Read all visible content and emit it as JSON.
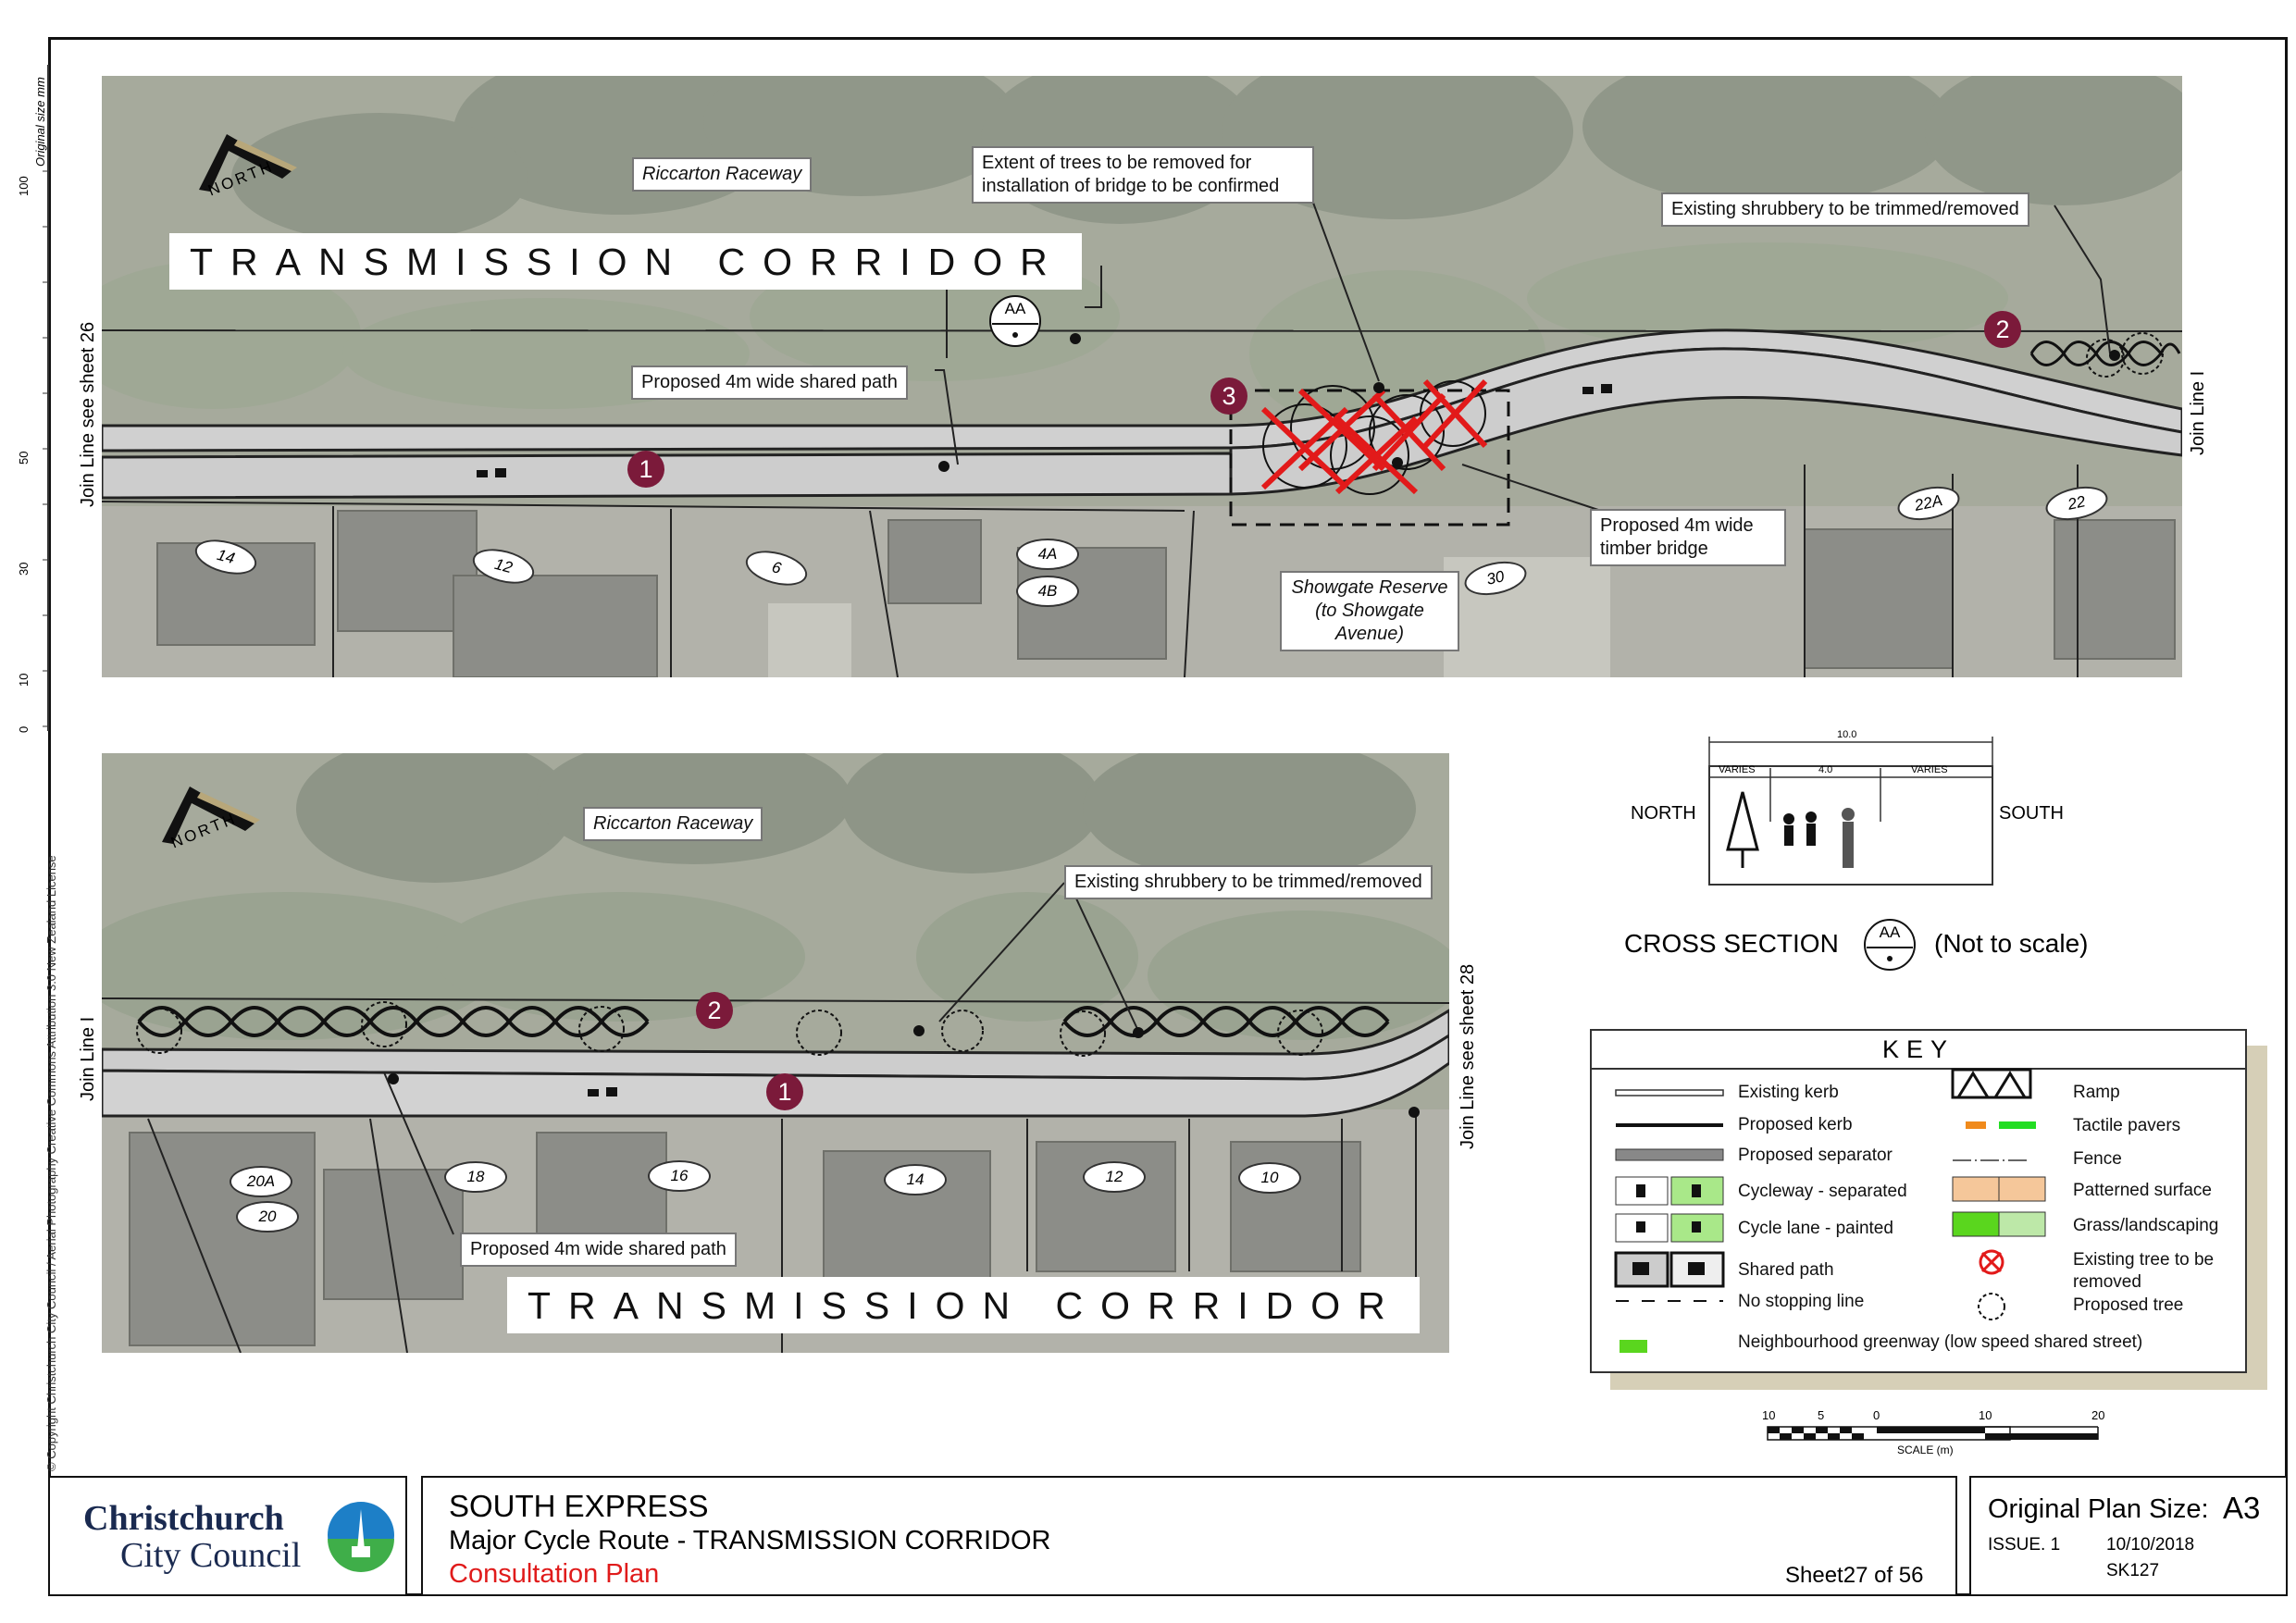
{
  "margin": {
    "original_size_label": "Original size mm",
    "ruler_ticks": [
      "0",
      "10",
      "30",
      "50",
      "100"
    ],
    "copyright": "© Copyright Christchurch City Council / Aerial Photography Creative Commons Attribution 3.0 New Zealand License"
  },
  "top_panel": {
    "title": "TRANSMISSION CORRIDOR",
    "north_label": "NORTH",
    "raceway_label": "Riccarton Raceway",
    "callouts": {
      "trees_removed": "Extent of trees to be removed for installation of bridge to be confirmed",
      "shrubbery": "Existing shrubbery to be trimmed/removed",
      "shared_path": "Proposed 4m wide shared path",
      "bridge": "Proposed 4m wide timber bridge",
      "reserve": "Showgate Reserve (to Showgate Avenue)"
    },
    "section_marker": "AA",
    "join_left": "Join Line see sheet 26",
    "join_right": "Join Line I",
    "markers": [
      "1",
      "2",
      "3"
    ],
    "addresses": [
      "14",
      "12",
      "6",
      "4A",
      "4B",
      "30",
      "22A",
      "22"
    ]
  },
  "bottom_panel": {
    "title": "TRANSMISSION CORRIDOR",
    "north_label": "NORTH",
    "raceway_label": "Riccarton Raceway",
    "callouts": {
      "shrubbery": "Existing shrubbery to be trimmed/removed",
      "shared_path": "Proposed 4m wide shared path"
    },
    "join_left": "Join Line I",
    "join_right": "Join Line see sheet 28",
    "markers": [
      "2",
      "1"
    ],
    "addresses": [
      "20A",
      "20",
      "18",
      "16",
      "14",
      "12",
      "10"
    ]
  },
  "cross_section": {
    "north": "NORTH",
    "south": "SOUTH",
    "dim_total": "10.0",
    "dim_left": "VARIES",
    "dim_mid": "4.0",
    "dim_right": "VARIES",
    "label": "CROSS SECTION",
    "marker": "AA",
    "note": "(Not to scale)"
  },
  "key": {
    "title": "KEY",
    "left": [
      "Existing kerb",
      "Proposed kerb",
      "Proposed separator",
      "Cycleway - separated",
      "Cycle lane - painted",
      "Shared path",
      "No stopping line"
    ],
    "right": [
      "Ramp",
      "Tactile pavers",
      "Fence",
      "Patterned surface",
      "Grass/landscaping",
      "Existing tree to be removed",
      "Proposed tree"
    ],
    "greenway": "Neighbourhood greenway (low speed shared street)",
    "colors": {
      "tactile_orange": "#f08a1c",
      "tactile_green": "#22dd22",
      "pattern_orange": "#f5c79a",
      "grass_green": "#5ad61e",
      "tree_remove_red": "#e21a1a"
    }
  },
  "scale": {
    "ticks": [
      "10",
      "5",
      "0",
      "10",
      "20"
    ],
    "label": "SCALE (m)"
  },
  "title_block": {
    "org_line1": "Christchurch",
    "org_line2": "City Council",
    "project": "SOUTH EXPRESS",
    "subtitle": "Major Cycle Route - TRANSMISSION CORRIDOR",
    "plan_type": "Consultation Plan",
    "sheet_prefix": "Sheet",
    "sheet_number": "27",
    "sheet_of": "of 56",
    "plan_size_label": "Original Plan Size:",
    "plan_size": "A3",
    "issue": "ISSUE. 1",
    "date": "10/10/2018",
    "drawing_no": "SK127"
  }
}
